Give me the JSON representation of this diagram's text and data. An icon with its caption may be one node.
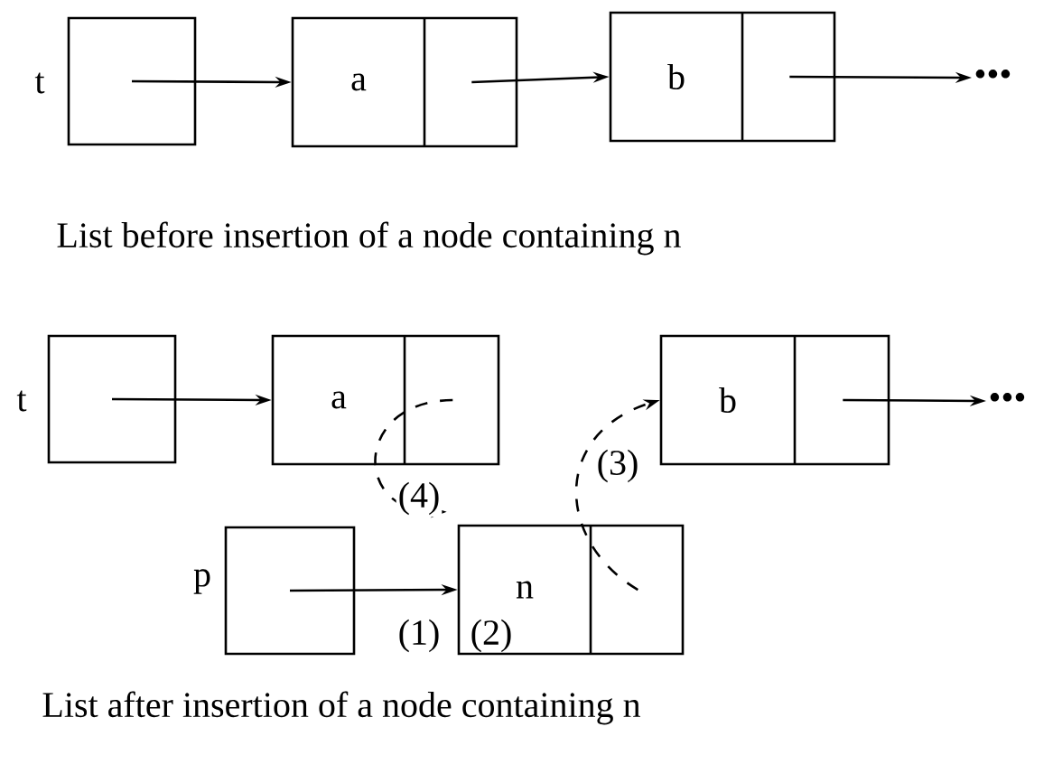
{
  "diagram": {
    "nodes": [
      {
        "text": [],
        "shape": "box",
        "beside": [
          "t"
        ]
      },
      {
        "text": [
          "a"
        ]
      },
      {
        "text": [
          "b"
        ]
      },
      {
        "text": [
          "•••"
        ]
      },
      {
        "text": [],
        "shape": "box",
        "beside": [
          "t"
        ]
      },
      {
        "text": [
          "a"
        ]
      },
      {
        "text": [
          "b"
        ]
      },
      {
        "text": [
          "•••"
        ]
      },
      {
        "text": [],
        "shape": "box",
        "beside": [
          "p"
        ]
      },
      {
        "text": [
          "n"
        ]
      }
    ],
    "edges": [
      {
        "from": 0,
        "to": 1,
        "arrow": "to"
      },
      {
        "from": 1,
        "to": 2,
        "arrow": "to"
      },
      {
        "from": 2,
        "to": 3,
        "arrow": "to"
      },
      {
        "from": 4,
        "to": 5,
        "arrow": "to"
      },
      {
        "from": 6,
        "to": 7,
        "arrow": "to"
      },
      {
        "from": 8,
        "to": 9,
        "arrow": "to",
        "label": "(1)"
      },
      {
        "from": 9,
        "to": 6,
        "arrow": "to",
        "label": "(3)",
        "style": "dashed"
      },
      {
        "from": 5,
        "to": 9,
        "arrow": "to",
        "label": "(4)",
        "style": "dashed"
      }
    ],
    "labels": [
      "List before insertion of a node containing n",
      "(2)",
      "List after insertion of a node containing n"
    ]
  }
}
